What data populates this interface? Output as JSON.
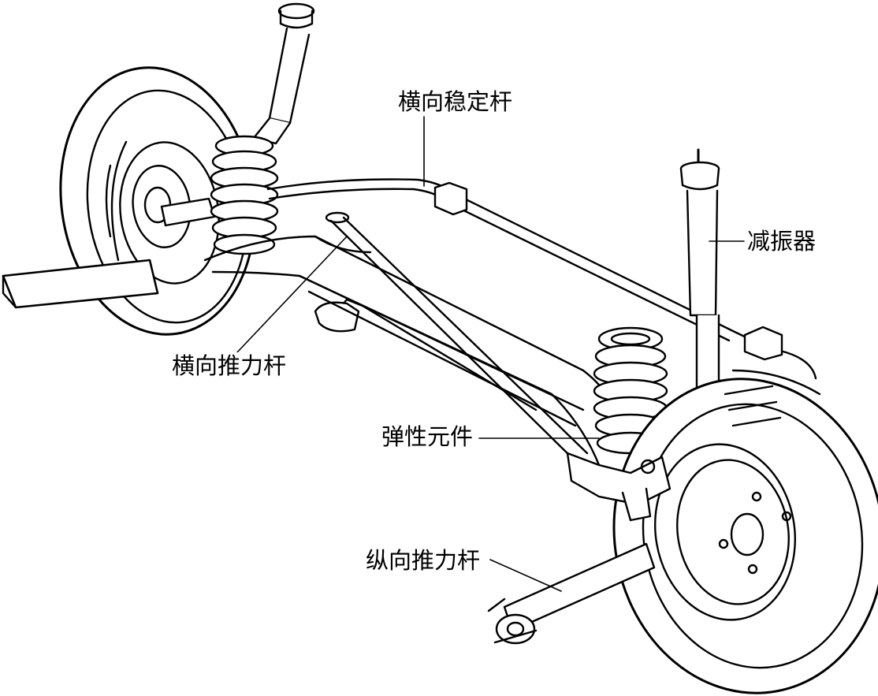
{
  "diagram": {
    "labels": {
      "stabilizer_bar": "横向稳定杆",
      "shock_absorber": "减振器",
      "lateral_rod": "横向推力杆",
      "elastic_element": "弹性元件",
      "trailing_arm": "纵向推力杆"
    },
    "colors": {
      "ink": "#000000",
      "paper": "#ffffff"
    }
  }
}
